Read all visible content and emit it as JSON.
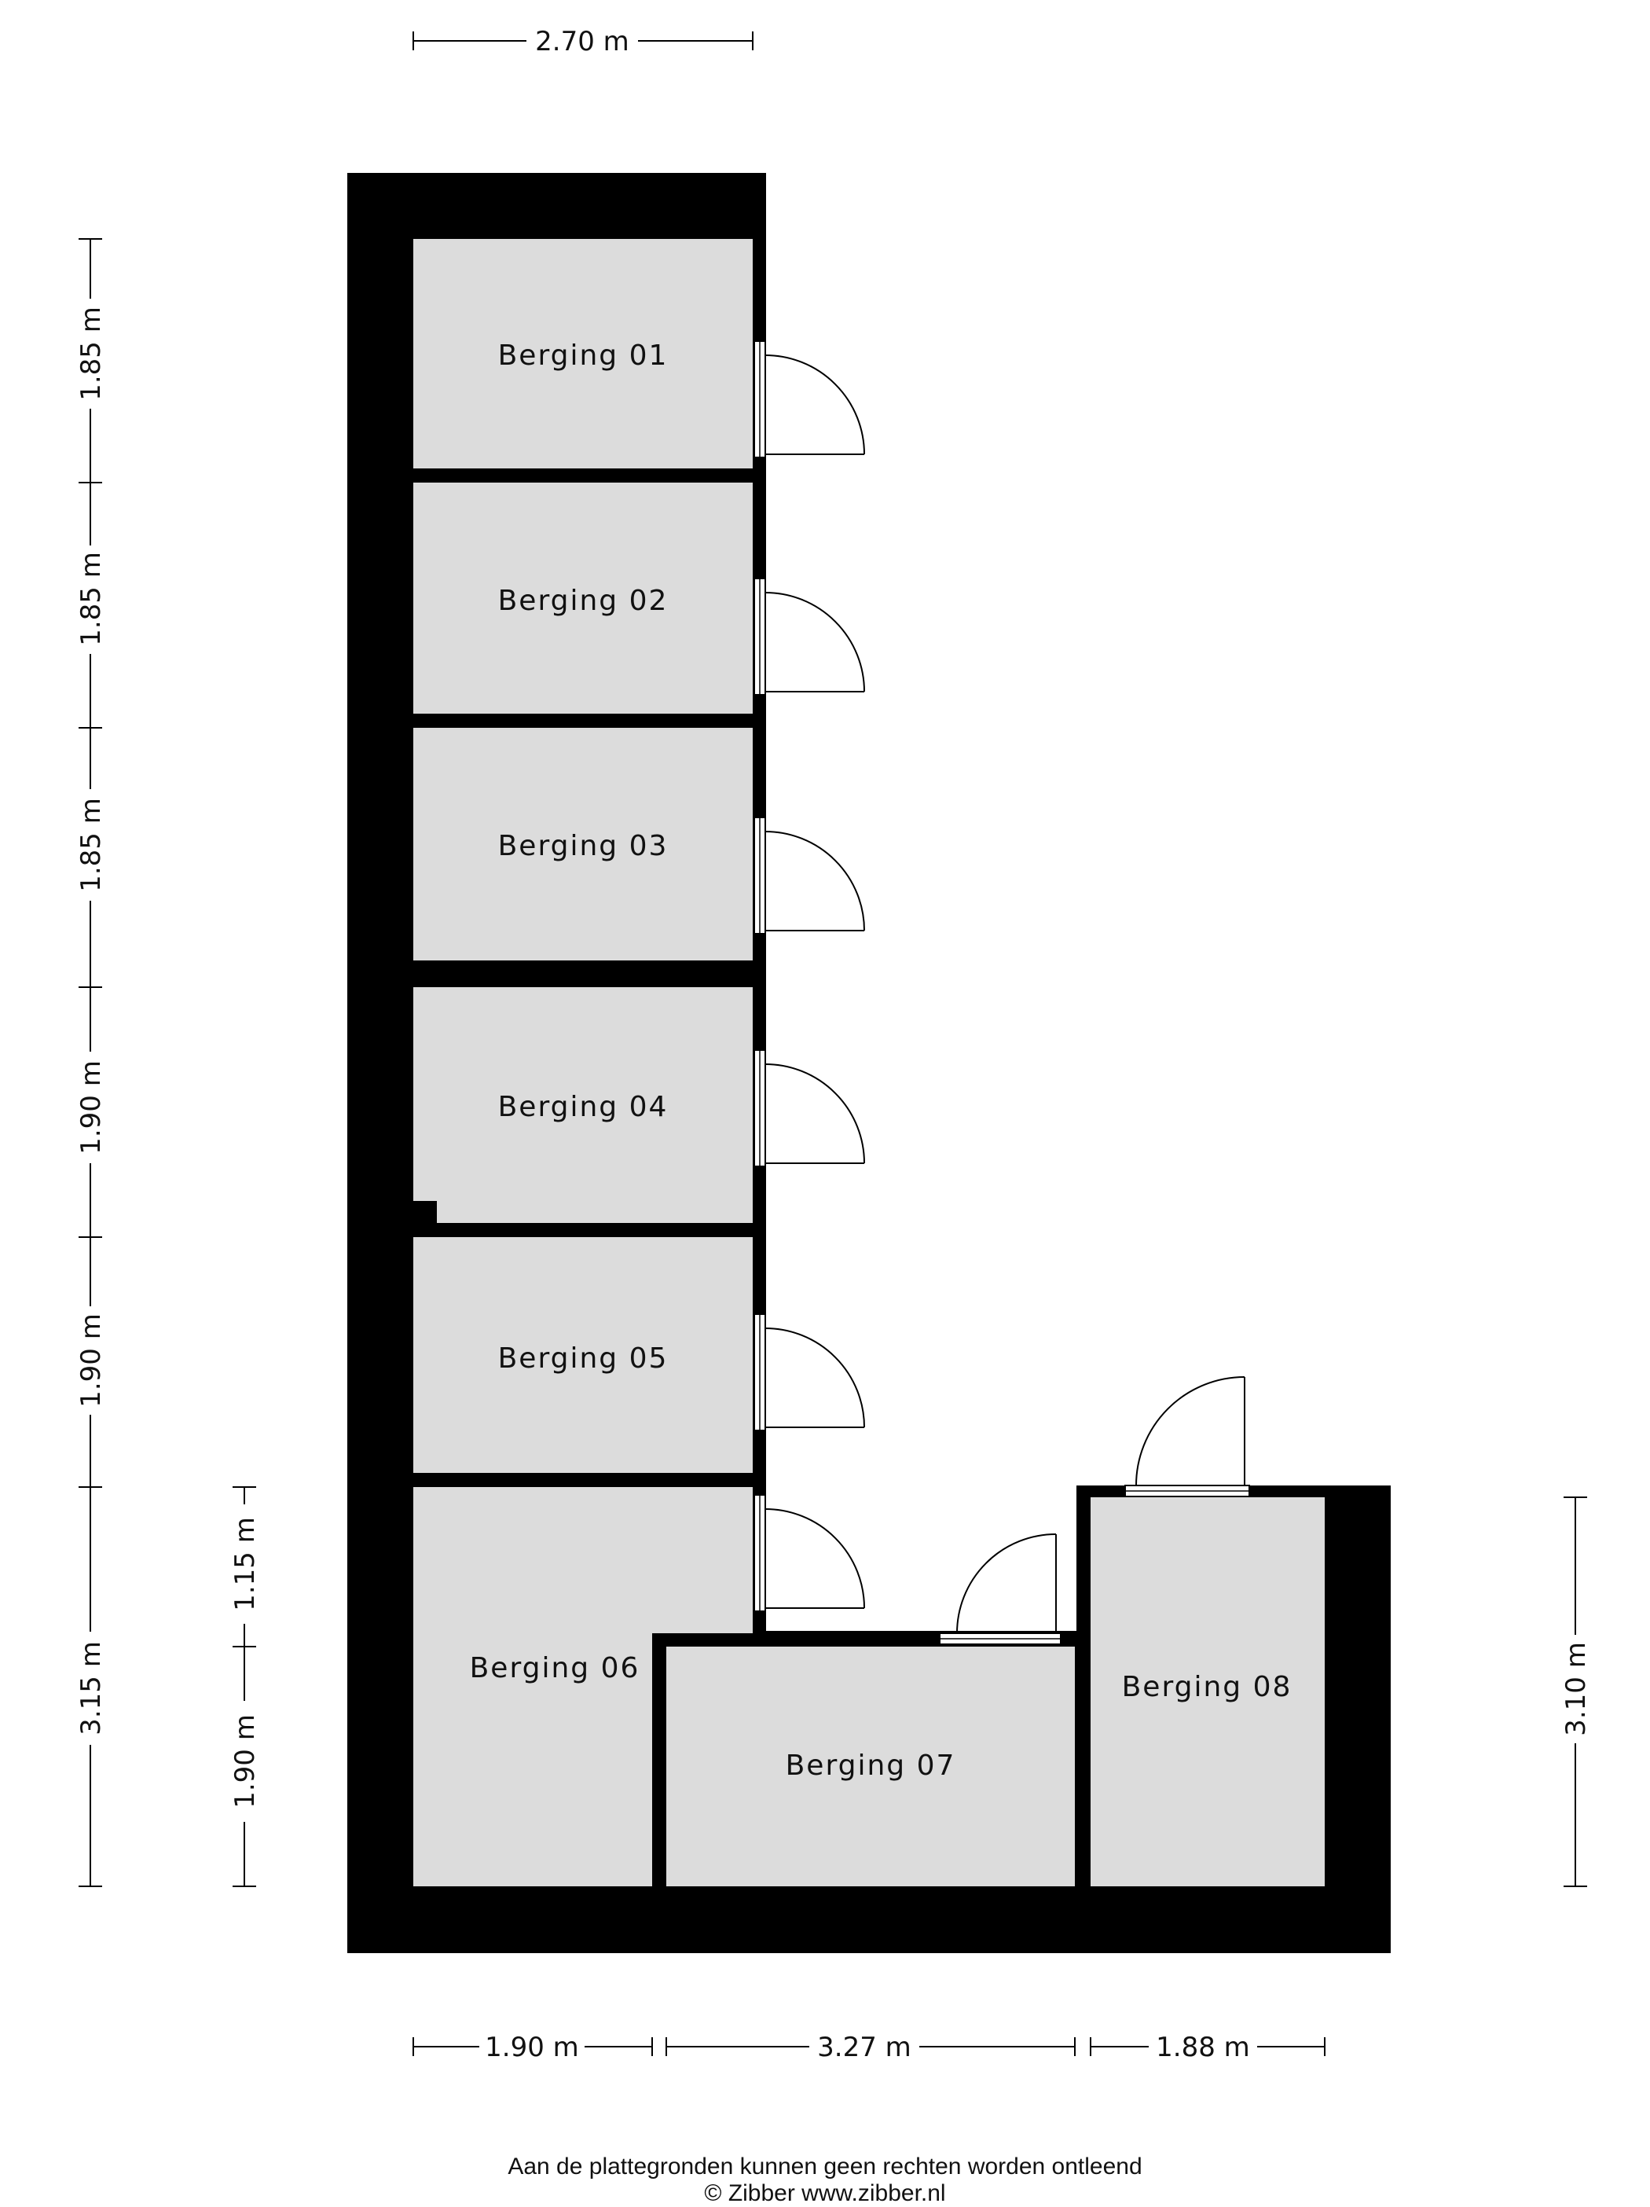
{
  "rooms": {
    "b01": "Berging 01",
    "b02": "Berging 02",
    "b03": "Berging 03",
    "b04": "Berging 04",
    "b05": "Berging 05",
    "b06": "Berging 06",
    "b07": "Berging 07",
    "b08": "Berging 08"
  },
  "dimensions": {
    "top_width": "2.70 m",
    "left_1": "1.85 m",
    "left_2": "1.85 m",
    "left_3": "1.85 m",
    "left_4": "1.90 m",
    "left_5": "1.90 m",
    "left_6": "3.15 m",
    "inner_1": "1.15 m",
    "inner_2": "1.90 m",
    "right_height": "3.10 m",
    "bottom_1": "1.90 m",
    "bottom_2": "3.27 m",
    "bottom_3": "1.88 m"
  },
  "footer": {
    "disclaimer": "Aan de plattegronden kunnen geen rechten worden ontleend",
    "copyright": "© Zibber www.zibber.nl"
  },
  "colors": {
    "wall": "#000000",
    "floor": "#dcdcdc",
    "background": "#ffffff"
  }
}
